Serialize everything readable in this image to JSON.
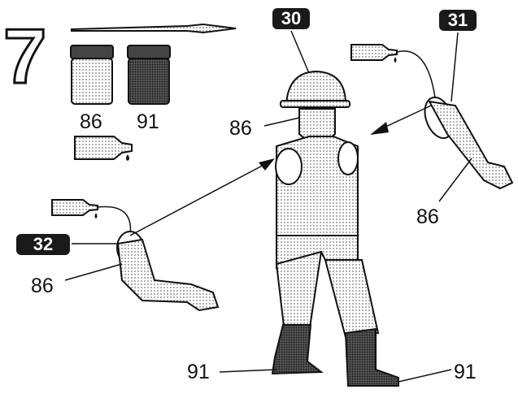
{
  "step_number": "7",
  "paints": [
    {
      "code": "86",
      "color": "#d8d8d8"
    },
    {
      "code": "91",
      "color": "#3a3a3a"
    }
  ],
  "parts": {
    "head_torso": "30",
    "right_arm": "31",
    "left_arm": "32"
  },
  "callouts": {
    "helmet_color": "86",
    "right_arm_color": "86",
    "left_arm_color": "86",
    "left_boot_color": "91",
    "right_boot_color": "91"
  }
}
